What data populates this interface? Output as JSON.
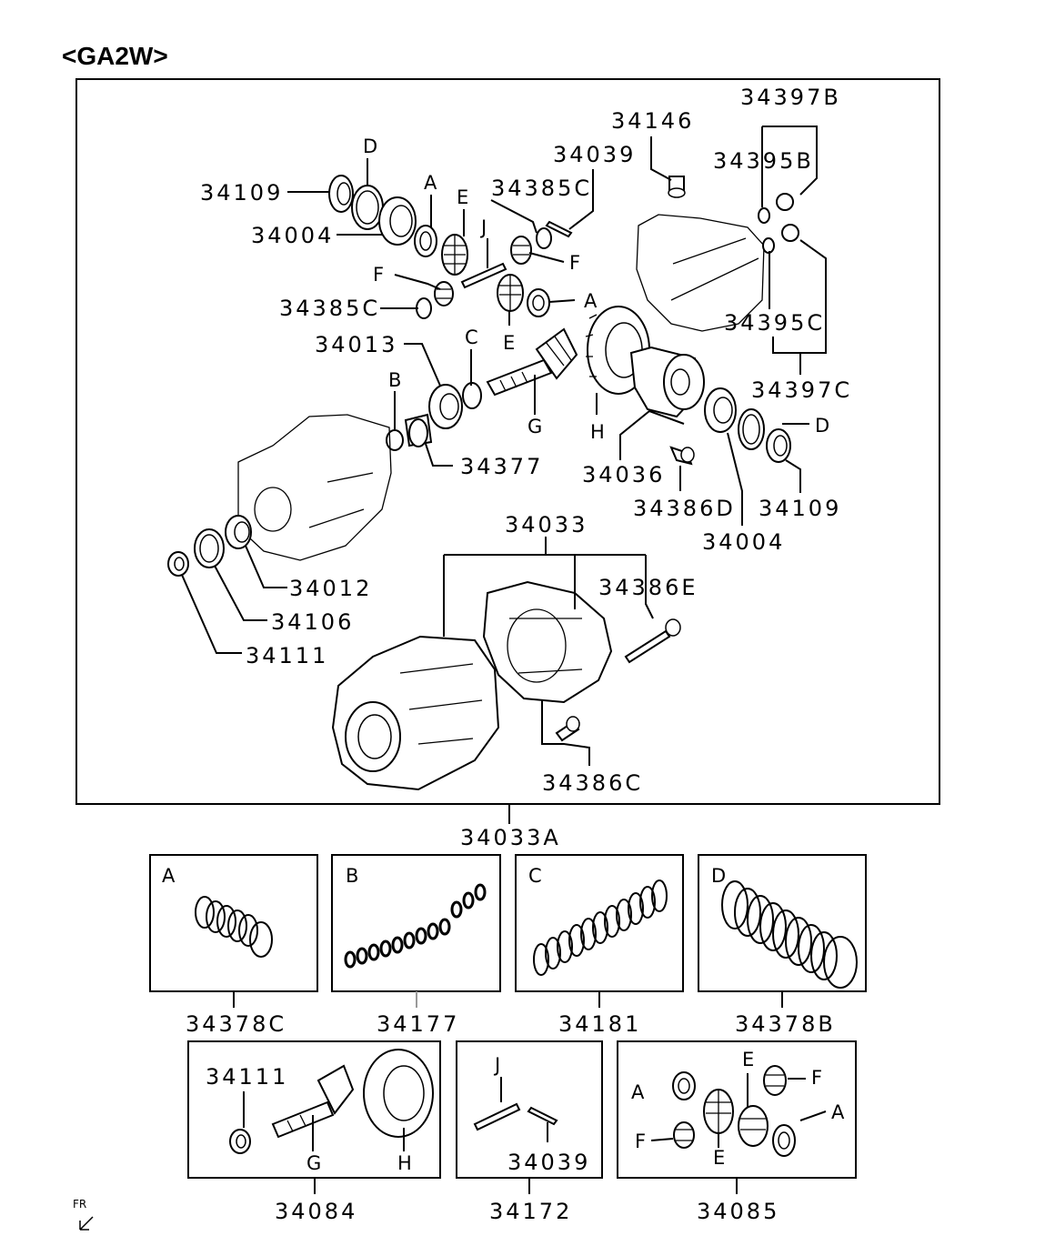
{
  "title": "<GA2W>",
  "main_labels": {
    "p34109a": "34109",
    "p34004a": "34004",
    "d1": "D",
    "a1": "A",
    "e1": "E",
    "j1": "J",
    "f1": "F",
    "p34385c1": "34385C",
    "p34385c2": "34385C",
    "p34039": "34039",
    "f2": "F",
    "a2": "A",
    "e2": "E",
    "p34146": "34146",
    "p34397b": "34397B",
    "p34395b": "34395B",
    "p34395c": "34395C",
    "p34397c": "34397C",
    "p34013": "34013",
    "c1": "C",
    "b1": "B",
    "g1": "G",
    "h1": "H",
    "p34377": "34377",
    "p34036": "34036",
    "d2": "D",
    "p34386d": "34386D",
    "p34109b": "34109",
    "p34004b": "34004",
    "p34033": "34033",
    "p34386e": "34386E",
    "p34012": "34012",
    "p34106": "34106",
    "p34111": "34111",
    "p34386c": "34386C",
    "p34033a": "34033A"
  },
  "spring_boxes": [
    {
      "letter": "A",
      "part": "34378C"
    },
    {
      "letter": "B",
      "part": "34177"
    },
    {
      "letter": "C",
      "part": "34181"
    },
    {
      "letter": "D",
      "part": "34378B"
    }
  ],
  "kit_boxes": [
    {
      "part": "34084",
      "labels": {
        "nut": "34111",
        "g": "G",
        "h": "H"
      }
    },
    {
      "part": "34172",
      "labels": {
        "j": "J",
        "pin": "34039"
      }
    },
    {
      "part": "34085",
      "labels": {
        "a1": "A",
        "e1": "E",
        "f1": "F",
        "a2": "A",
        "f2": "F",
        "e2": "E"
      }
    }
  ],
  "direction_mark": "FR"
}
